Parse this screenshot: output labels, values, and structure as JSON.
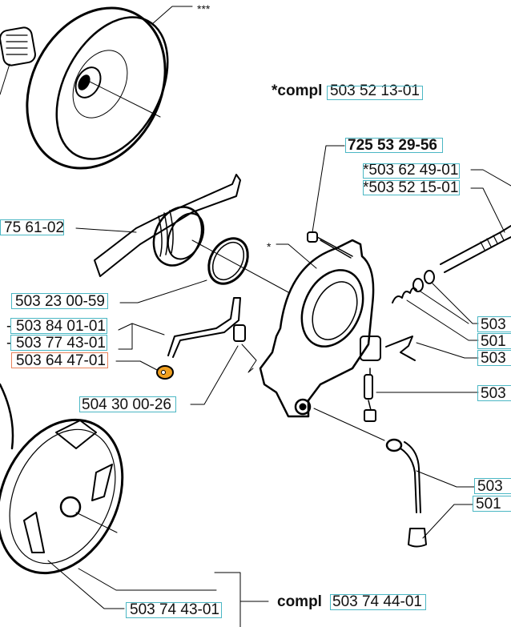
{
  "diagram": {
    "title_marker": "***",
    "star_marker": "*",
    "compl_top": {
      "prefix": "*compl",
      "part": "503 52 13-01"
    },
    "compl_bottom": {
      "prefix": "compl",
      "part": "503 74 44-01"
    },
    "parts": [
      {
        "id": "p1",
        "number": "725 53 29-56",
        "bold": true
      },
      {
        "id": "p2",
        "number": "*503 62 49-01"
      },
      {
        "id": "p3",
        "number": "*503 52 15-01"
      },
      {
        "id": "p4",
        "number": "75 61-02"
      },
      {
        "id": "p5",
        "number": "503 23 00-59"
      },
      {
        "id": "p6",
        "number": "503 84 01-01",
        "dash": "-"
      },
      {
        "id": "p7",
        "number": "503 77 43-01",
        "dash": "-"
      },
      {
        "id": "p8",
        "number": "503 64 47-01",
        "selected": true
      },
      {
        "id": "p9",
        "number": "504 30 00-26"
      },
      {
        "id": "p10",
        "number": "503"
      },
      {
        "id": "p11",
        "number": "501"
      },
      {
        "id": "p12",
        "number": "503"
      },
      {
        "id": "p13",
        "number": "503"
      },
      {
        "id": "p14",
        "number": "503"
      },
      {
        "id": "p15",
        "number": "501"
      },
      {
        "id": "p16",
        "number": "503 74 43-01"
      }
    ],
    "colors": {
      "hotspot": "#4bb7c4",
      "selected": "#e8825a",
      "highlight_part": "#f0a020"
    }
  }
}
